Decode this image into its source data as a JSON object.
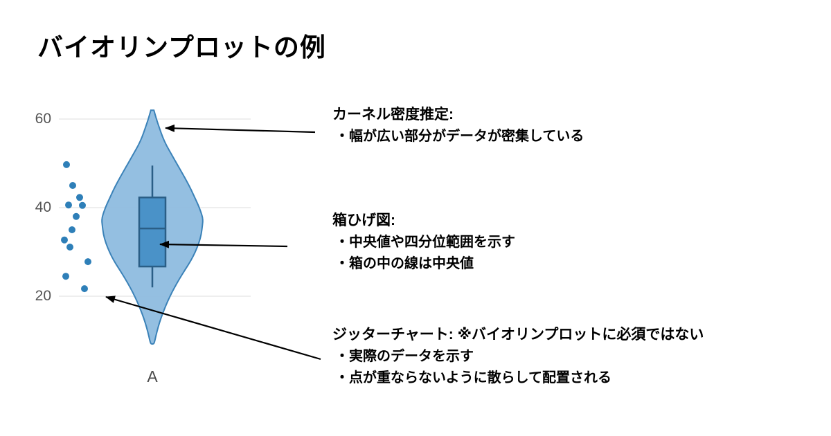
{
  "page": {
    "title": "バイオリンプロットの例"
  },
  "chart_data": {
    "type": "violin",
    "title": "バイオリンプロットの例",
    "categories": [
      "A"
    ],
    "xlabel": "",
    "ylabel": "",
    "ylim": [
      5,
      65
    ],
    "yticks": [
      60,
      40,
      20
    ],
    "grid": "horizontal",
    "legend": "none",
    "series": [
      {
        "name": "A",
        "box": {
          "median": 35.3,
          "q1": 26.7,
          "q3": 42.3,
          "whisker_low": 22.0,
          "whisker_high": 49.5
        },
        "density_profile": [
          [
            62,
            0.03
          ],
          [
            60,
            0.08
          ],
          [
            58,
            0.14
          ],
          [
            56,
            0.2
          ],
          [
            54,
            0.28
          ],
          [
            52,
            0.38
          ],
          [
            50,
            0.48
          ],
          [
            48,
            0.58
          ],
          [
            46,
            0.68
          ],
          [
            44,
            0.77
          ],
          [
            42,
            0.85
          ],
          [
            40,
            0.93
          ],
          [
            38,
            0.99
          ],
          [
            37,
            1.0
          ],
          [
            36,
            0.99
          ],
          [
            34,
            0.97
          ],
          [
            32,
            0.92
          ],
          [
            30,
            0.85
          ],
          [
            28,
            0.76
          ],
          [
            26,
            0.65
          ],
          [
            24,
            0.54
          ],
          [
            22,
            0.44
          ],
          [
            20,
            0.35
          ],
          [
            18,
            0.27
          ],
          [
            16,
            0.2
          ],
          [
            14,
            0.14
          ],
          [
            12,
            0.09
          ],
          [
            10,
            0.05
          ],
          [
            9.2,
            0.03
          ]
        ],
        "jitter_points": [
          [
            49.7,
            -12
          ],
          [
            45.0,
            -3
          ],
          [
            42.3,
            7
          ],
          [
            40.6,
            -9
          ],
          [
            40.5,
            11
          ],
          [
            38.0,
            2
          ],
          [
            35.0,
            -4
          ],
          [
            32.7,
            -15
          ],
          [
            31.1,
            -7
          ],
          [
            27.8,
            19
          ],
          [
            24.5,
            -13
          ],
          [
            21.7,
            14
          ]
        ]
      }
    ],
    "colors": {
      "violin_fill": "#8bbade",
      "violin_edge": "#3b82b8",
      "box_fill": "#4a92c8",
      "box_edge": "#2a5e86",
      "point": "#2e7fb8",
      "grid": "#e9e9e9",
      "axis_text": "#555555",
      "arrow": "#000000"
    }
  },
  "annotations": [
    {
      "heading": "カーネル密度推定:",
      "bullets": [
        "・幅が広い部分がデータが密集している"
      ]
    },
    {
      "heading": "箱ひげ図:",
      "bullets": [
        "・中央値や四分位範囲を示す",
        "・箱の中の線は中央値"
      ]
    },
    {
      "heading": "ジッターチャート: ※バイオリンプロットに必須ではない",
      "bullets": [
        "・実際のデータを示す",
        "・点が重ならないように散らして配置される"
      ]
    }
  ]
}
